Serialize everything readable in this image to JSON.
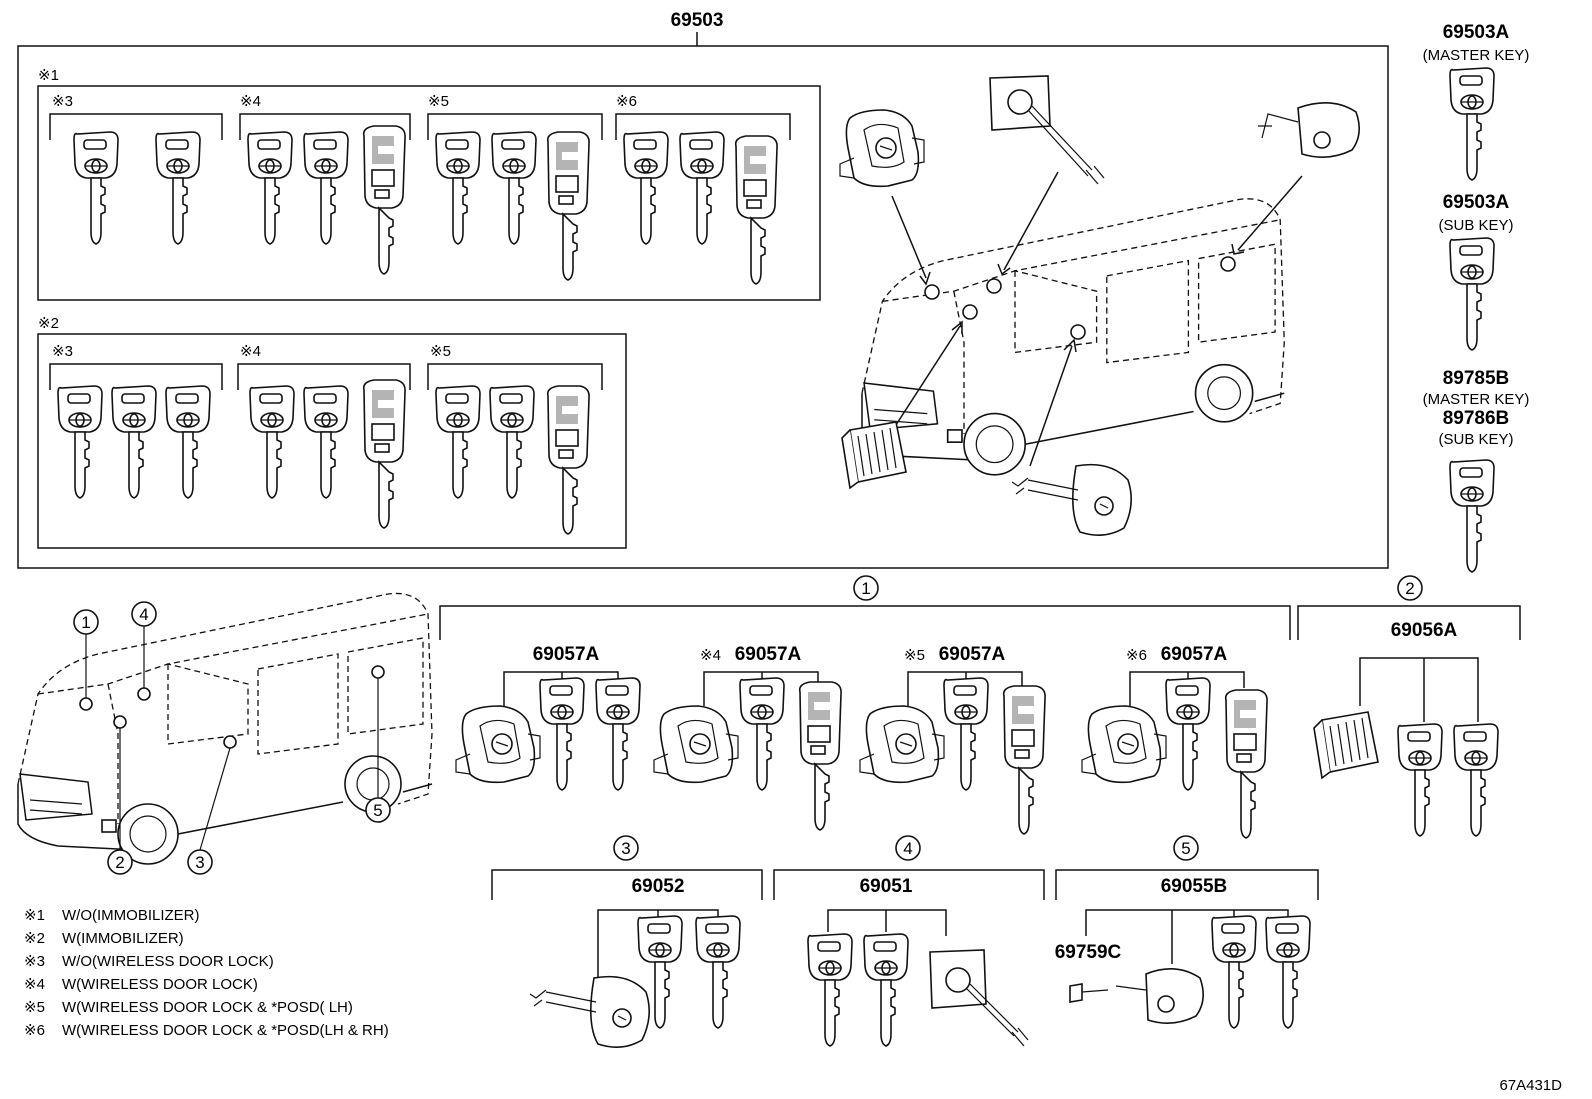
{
  "parts": {
    "main_set": "69503",
    "master_key_1": "69503A",
    "master_key_1_note": "(MASTER KEY)",
    "sub_key_1": "69503A",
    "sub_key_1_note": "(SUB KEY)",
    "master_key_2": "89785B",
    "master_key_2_note": "(MASTER KEY)",
    "sub_key_2": "89786B",
    "sub_key_2_note": "(SUB KEY)",
    "ign_a": "69057A",
    "ign_b": "69057A",
    "ign_b_prefix": "※4",
    "ign_c": "69057A",
    "ign_c_prefix": "※5",
    "ign_d": "69057A",
    "ign_d_prefix": "※6",
    "glove": "69056A",
    "door": "69052",
    "hatch": "69051",
    "back": "69055B",
    "back_sub": "69759C"
  },
  "box_labels": {
    "g1": "※1",
    "g1_a": "※3",
    "g1_b": "※4",
    "g1_c": "※5",
    "g1_d": "※6",
    "g2": "※2",
    "g2_a": "※3",
    "g2_b": "※4",
    "g2_c": "※5"
  },
  "circles": {
    "c1": "1",
    "c2": "2",
    "c3": "3",
    "c4": "4",
    "c5": "5"
  },
  "notes": [
    {
      "mark": "※1",
      "text": "W/O(IMMOBILIZER)"
    },
    {
      "mark": "※2",
      "text": "W(IMMOBILIZER)"
    },
    {
      "mark": "※3",
      "text": "W/O(WIRELESS DOOR LOCK)"
    },
    {
      "mark": "※4",
      "text": "W(WIRELESS DOOR LOCK)"
    },
    {
      "mark": "※5",
      "text": "W(WIRELESS DOOR LOCK & *POSD( LH)"
    },
    {
      "mark": "※6",
      "text": "W(WIRELESS DOOR LOCK & *POSD(LH & RH)"
    }
  ],
  "diagram_code": "67A431D"
}
